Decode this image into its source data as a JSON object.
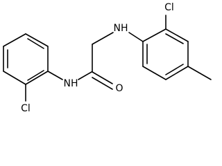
{
  "molecule": {
    "labels": {
      "cl_left": "Cl",
      "nh_amide": "NH",
      "o_carbonyl": "O",
      "nh_amine": "NH",
      "cl_right": "Cl"
    }
  }
}
